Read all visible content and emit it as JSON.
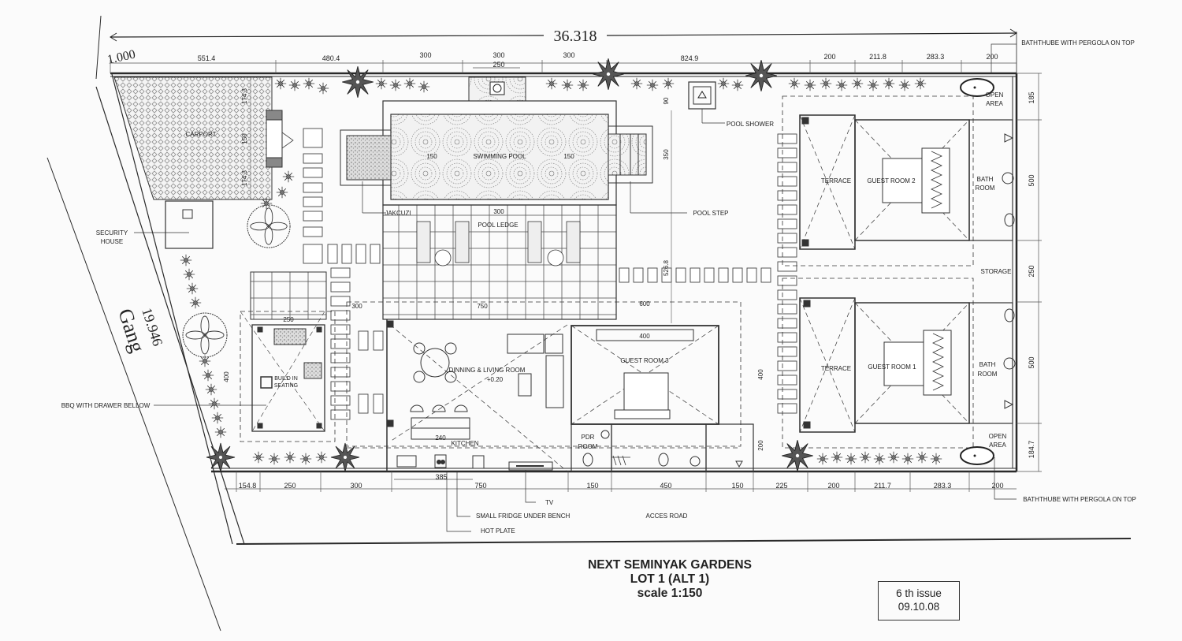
{
  "site": {
    "overall_width": "36.318",
    "side_length": "19.946",
    "setback": "1.000",
    "road_name": "Gang",
    "access_road": "ACCES ROAD"
  },
  "top_dimensions": [
    "551.4",
    "480.4",
    "300",
    "300",
    "300",
    "250",
    "824.9",
    "200",
    "211.8",
    "283.3",
    "200"
  ],
  "bottom_dimensions": [
    "154.8",
    "250",
    "300",
    "385",
    "750",
    "150",
    "450",
    "150",
    "225",
    "200",
    "211.7",
    "283.3",
    "200"
  ],
  "right_dimensions": [
    "185",
    "500",
    "250",
    "500",
    "184.7"
  ],
  "inner_dimensions": {
    "carport_a": "174.3",
    "carport_b": "150",
    "carport_c": "174.3",
    "pool_left": "150",
    "pool_right": "150",
    "pool_top_offset": "90",
    "pool_depth": "350",
    "ledge_width": "300",
    "terrace_width": "300",
    "living_width": "750",
    "guest3_width": "600",
    "guest3_inner": "400",
    "guest3_depth": "400",
    "gap_height": "526.8",
    "bbq_width": "250",
    "bbq_depth": "400",
    "kitchen_bench": "240",
    "service_gap": "200"
  },
  "rooms": {
    "carport": "CARPORT",
    "security_house": [
      "SECURITY",
      "HOUSE"
    ],
    "swimming_pool": "SWIMMING POOL",
    "jakcuzi": "JAKCUZI",
    "pool_ledge": "POOL LEDGE",
    "pool_shower": "POOL SHOWER",
    "pool_step": "POOL STEP",
    "terrace_2": "TERRACE",
    "guest_room_2": "GUEST ROOM 2",
    "bath_room_2": [
      "BATH",
      "ROOM"
    ],
    "storage": "STORAGE",
    "terrace_1": "TERRACE",
    "guest_room_1": "GUEST ROOM 1",
    "bath_room_1": [
      "BATH",
      "ROOM"
    ],
    "open_area_top": [
      "OPEN",
      "AREA"
    ],
    "open_area_bottom": [
      "OPEN",
      "AREA"
    ],
    "dining_living": "DINNING & LIVING ROOM",
    "level": "+0.20",
    "kitchen": "KITCHEN",
    "guest_room_3": "GUEST ROOM 3",
    "pdr_room": [
      "PDR",
      "ROOM"
    ],
    "build_in_seating": [
      "BUILD IN",
      "SEATING"
    ]
  },
  "callouts": {
    "bathtub_top": "BATHTHUBE WITH PERGOLA ON TOP",
    "bathtub_bottom": "BATHTHUBE WITH PERGOLA ON TOP",
    "bbq": "BBQ WITH DRAWER BELLOW",
    "tv": "TV",
    "fridge": "SMALL FRIDGE UNDER BENCH",
    "hot_plate": "HOT PLATE"
  },
  "title_block": {
    "project": "NEXT SEMINYAK GARDENS",
    "lot": "LOT 1 (ALT 1)",
    "scale": "scale 1:150"
  },
  "issue": {
    "number": "6 th issue",
    "date": "09.10.08"
  },
  "colors": {
    "line": "#2a2a2a",
    "hatch": "#9a9a9a",
    "paper": "#fbfbfb"
  }
}
